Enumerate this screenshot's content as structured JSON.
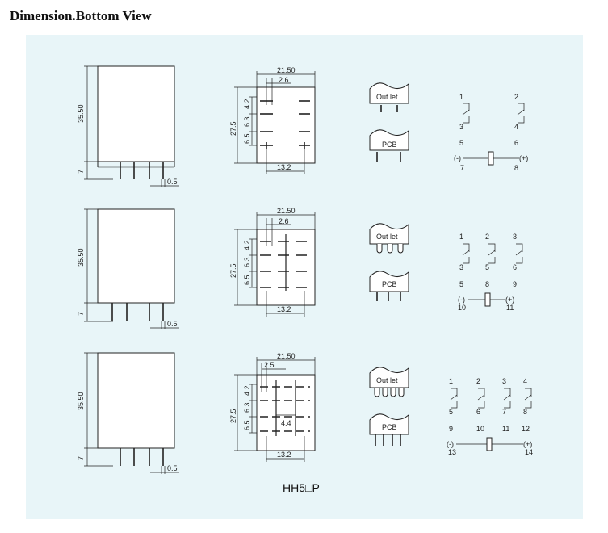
{
  "header": {
    "title": "Dimension.Bottom View"
  },
  "model_label": "HH5□P",
  "rows": [
    {
      "side": {
        "height": "35.50",
        "pin_len": "7",
        "pin_w": "0.5"
      },
      "bottom": {
        "width": "21.50",
        "pitch_x": "2.6",
        "h1": "4.2",
        "h2": "6.3",
        "h3": "6.5",
        "height": "27.5",
        "span": "13.2"
      },
      "outlet_label": "Out let",
      "pcb_label": "PCB",
      "schematic": {
        "top": [
          "1",
          "2"
        ],
        "mid": [
          "3",
          "4"
        ],
        "bottom": [
          "5",
          "6"
        ],
        "coil": [
          "(-)",
          "(+)"
        ],
        "coil_pins": [
          "7",
          "8"
        ]
      }
    },
    {
      "side": {
        "height": "35.50",
        "pin_len": "7",
        "pin_w": "0.5"
      },
      "bottom": {
        "width": "21.50",
        "pitch_x": "2.6",
        "h1": "4.2",
        "h2": "6.3",
        "h3": "6.5",
        "height": "27.5",
        "span": "13.2"
      },
      "outlet_label": "Out let",
      "pcb_label": "PCB",
      "schematic": {
        "top": [
          "1",
          "2",
          "3"
        ],
        "mid": [
          "3",
          "5",
          "6"
        ],
        "bottom": [
          "5",
          "8",
          "9"
        ],
        "coil": [
          "(-)",
          "(+)"
        ],
        "coil_pins": [
          "10",
          "11"
        ]
      }
    },
    {
      "side": {
        "height": "35.50",
        "pin_len": "7",
        "pin_w": "0.5"
      },
      "bottom": {
        "width": "21.50",
        "pitch_x": "2.5",
        "h1": "4.2",
        "h2": "6.3",
        "h3": "6.5",
        "height": "27.5",
        "span": "13.2",
        "inner": "4.4"
      },
      "outlet_label": "Out let",
      "pcb_label": "PCB",
      "schematic": {
        "top": [
          "1",
          "2",
          "3",
          "4"
        ],
        "mid": [
          "5",
          "6",
          "7",
          "8"
        ],
        "bottom": [
          "9",
          "10",
          "11",
          "12"
        ],
        "coil": [
          "(-)",
          "(+)"
        ],
        "coil_pins": [
          "13",
          "14"
        ]
      }
    }
  ]
}
